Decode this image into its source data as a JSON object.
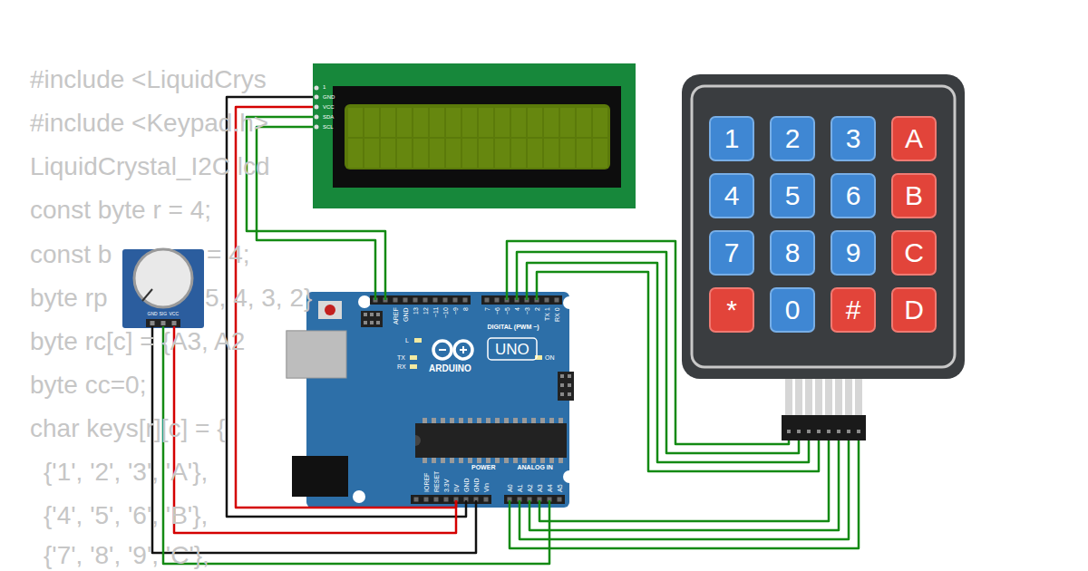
{
  "diagram": {
    "nodes": [
      {
        "text": [
          "1"
        ]
      },
      {
        "text": [
          "2"
        ]
      },
      {
        "text": [
          "3"
        ]
      },
      {
        "text": [
          "A"
        ]
      },
      {
        "text": [
          "4"
        ]
      },
      {
        "text": [
          "5"
        ]
      },
      {
        "text": [
          "6"
        ]
      },
      {
        "text": [
          "B"
        ]
      },
      {
        "text": [
          "7"
        ]
      },
      {
        "text": [
          "8"
        ]
      },
      {
        "text": [
          "9"
        ]
      },
      {
        "text": [
          "C"
        ]
      },
      {
        "text": [
          "*"
        ]
      },
      {
        "text": [
          "0"
        ]
      },
      {
        "text": [
          "#"
        ]
      },
      {
        "text": [
          "D"
        ]
      }
    ],
    "labels": [
      "#include <LiquidCrys",
      "#include <Keypad.h>",
      "LiquidCrystal_I2C lcd",
      "const byte r = 4;",
      "const b",
      "= 4;",
      "byte rp",
      "5, 4, 3, 2}",
      "byte rc[c] = {A3, A2",
      "byte cc=0;",
      "char keys[r][c] = {",
      "{'1', '2', '3', 'A'},",
      "{'4', '5', '6', 'B'},",
      "{'7', '8', '9', 'C'},",
      "1",
      "GND",
      "VCC",
      "SDA",
      "SCL",
      "GND",
      "SIG",
      "VCC",
      "AREF",
      "GND",
      "13",
      "12",
      "~11",
      "~10",
      "~9",
      "8",
      "7",
      "~6",
      "~5",
      "4",
      "~3",
      "2",
      "TX 1",
      "RX 0",
      "DIGITAL (PWM ~)",
      "L",
      "TX",
      "RX",
      "UNO",
      "ARDUINO",
      "ON",
      "IOREF",
      "RESET",
      "3.3V",
      "5V",
      "GND",
      "GND",
      "Vin",
      "POWER",
      "ANALOG IN",
      "A0",
      "A1",
      "A2",
      "A3",
      "A4",
      "A5"
    ]
  }
}
